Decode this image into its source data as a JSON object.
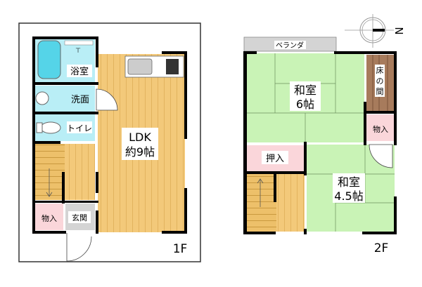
{
  "floors": {
    "first": {
      "label": "1F",
      "rooms": {
        "bath": "浴室",
        "washroom": "洗面",
        "toilet": "トイレ",
        "ldk_name": "LDK",
        "ldk_size": "約9帖",
        "storage": "物入",
        "entrance": "玄関"
      }
    },
    "second": {
      "label": "2F",
      "rooms": {
        "veranda": "ベランダ",
        "washitsu6_name": "和室",
        "washitsu6_size": "6帖",
        "tokonoma": [
          "床",
          "の",
          "間"
        ],
        "storage": "物入",
        "oshiire": "押入",
        "washitsu45_name": "和室",
        "washitsu45_size": "4.5帖"
      }
    }
  },
  "compass": {
    "north_label": "N"
  },
  "colors": {
    "wall": "#000000",
    "floor_wood": "#f3c97a",
    "tatami": "#c9f3b6",
    "wet_area": "#b9eef6",
    "storage": "#fad6da",
    "tokonoma": "#a77b5c",
    "entrance": "#d4d4d4"
  }
}
